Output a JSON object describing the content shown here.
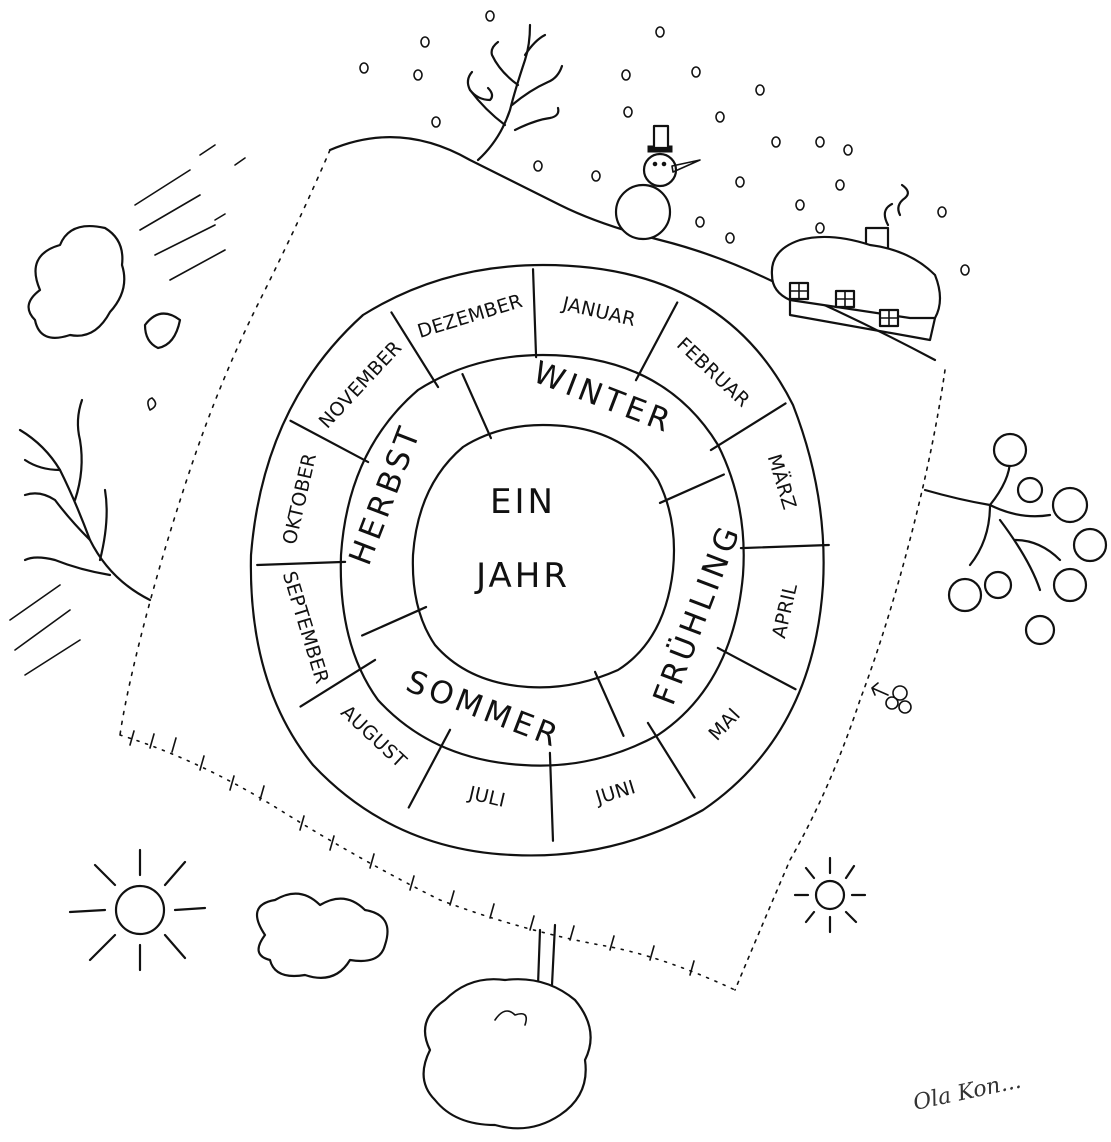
{
  "diagram": {
    "center": {
      "line1": "EIN",
      "line2": "JAHR"
    },
    "seasons": [
      "WINTER",
      "FRÜHLING",
      "SOMMER",
      "HERBST"
    ],
    "months": [
      "JANUAR",
      "FEBRUAR",
      "MÄRZ",
      "APRIL",
      "MAI",
      "JUNI",
      "JULI",
      "AUGUST",
      "SEPTEMBER",
      "OKTOBER",
      "NOVEMBER",
      "DEZEMBER"
    ]
  },
  "signature": "Ola Kon..."
}
